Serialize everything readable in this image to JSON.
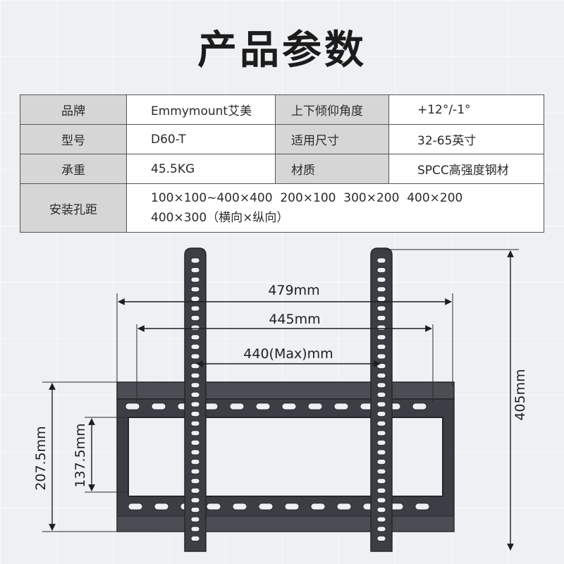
{
  "title": "产品参数",
  "specs": {
    "brand_label": "品牌",
    "brand_value": "Emmymount艾美",
    "tilt_label": "上下倾仰角度",
    "tilt_value": "+12°/-1°",
    "model_label": "型号",
    "model_value": "D60-T",
    "size_label": "适用尺寸",
    "size_value": "32-65英寸",
    "load_label": "承重",
    "load_value": "45.5KG",
    "material_label": "材质",
    "material_value": "SPCC高强度钢材",
    "vesa_label": "安装孔距",
    "vesa_line1": "100×100~400×400  200×100  300×200  400×200",
    "vesa_line2": "400×300（横向×纵向）"
  },
  "dimensions": {
    "width_outer": "479mm",
    "width_mid": "445mm",
    "width_max": "440(Max)mm",
    "height_total": "405mm",
    "height_plate": "207.5mm",
    "height_inner": "137.5mm"
  },
  "colors": {
    "metal": "#3b3e44",
    "metal_edge": "#24262a",
    "header_cell": "#d6d6d6",
    "border": "#555555"
  }
}
